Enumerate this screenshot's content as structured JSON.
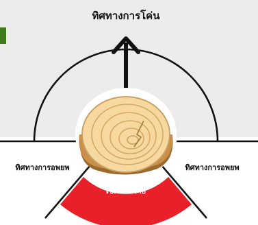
{
  "labels": {
    "fall_direction": "ทิศทางการโค่น",
    "escape_left": "ทิศทางการอพยพ",
    "escape_right": "ทิศทางการอพยพ",
    "danger_zone": "เขตอันตราย"
  },
  "colors": {
    "background_band": "#ececec",
    "green_mark": "#3f7a1c",
    "line": "#111111",
    "danger_fill": "#e8202a",
    "wood_light": "#f7d9a0",
    "wood_ring": "#c9a164",
    "bark": "#c89049",
    "bark_shadow": "#9a6a2f"
  },
  "icons": {
    "arrow": "arrow-up-icon",
    "stump": "tree-stump-icon"
  }
}
